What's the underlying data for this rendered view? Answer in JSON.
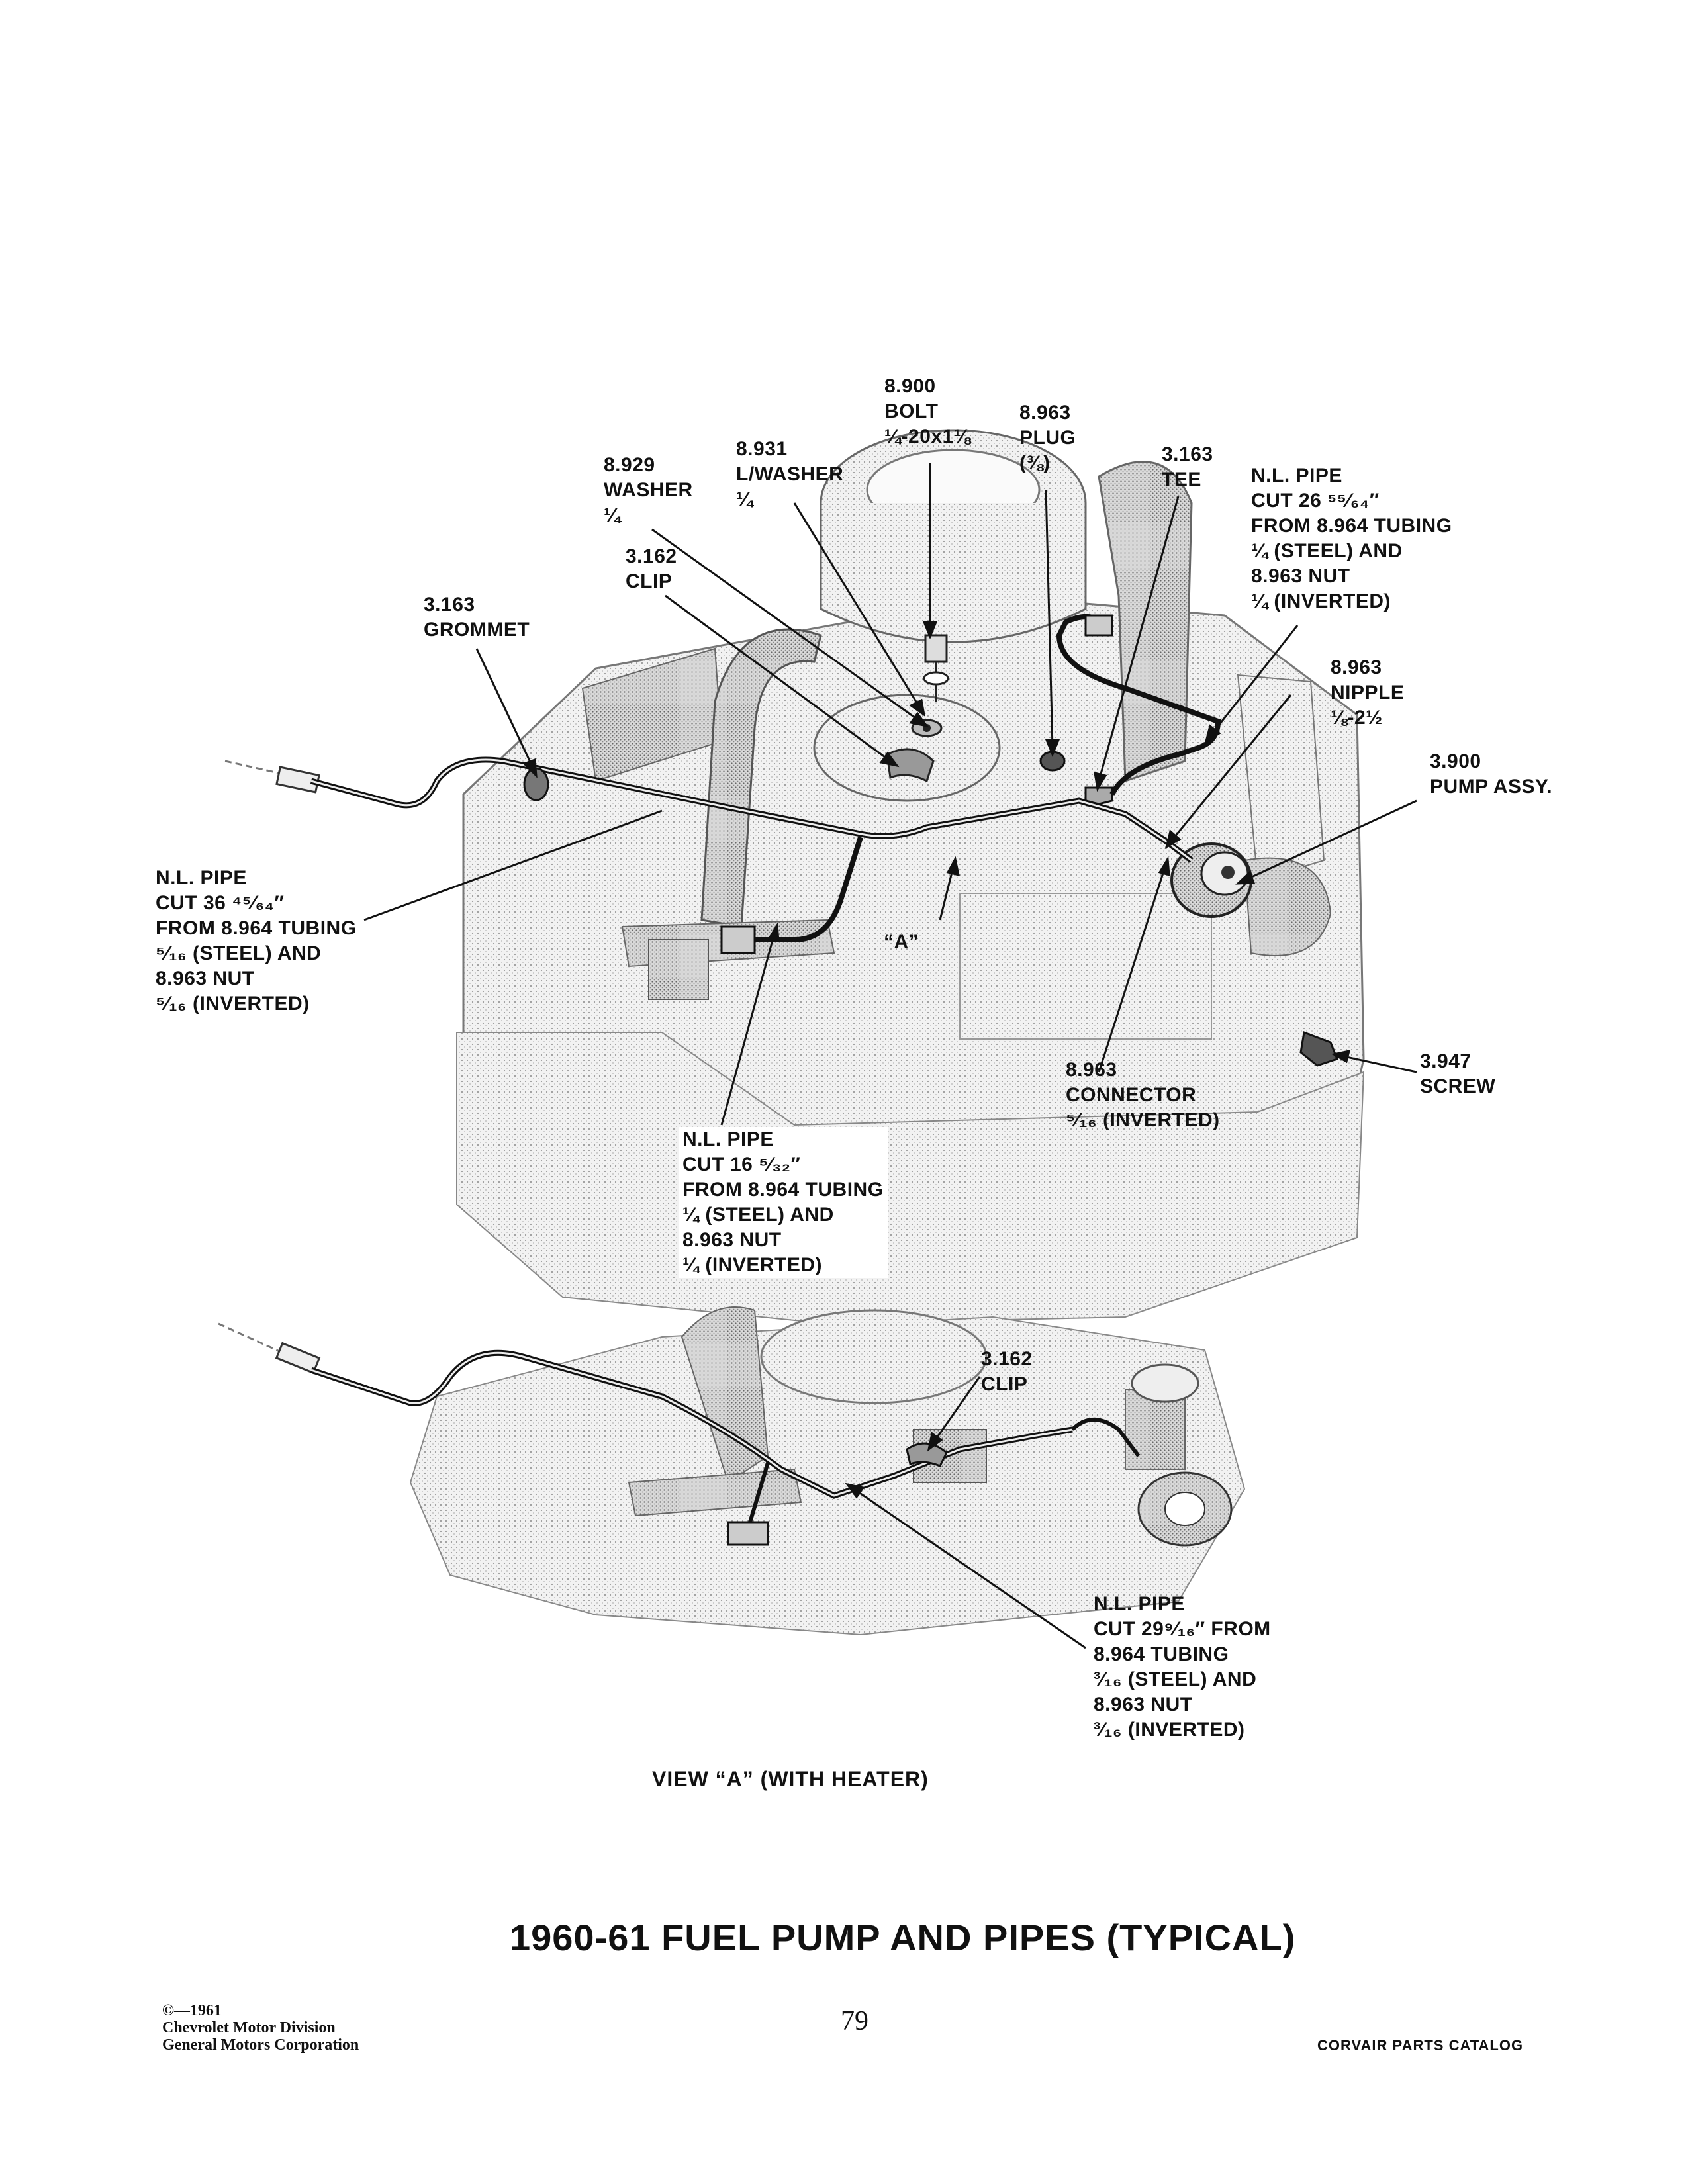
{
  "callouts": {
    "bolt_8900": [
      "8.900",
      "BOLT",
      "¼-20x1⅛"
    ],
    "plug_8963": [
      "8.963",
      "PLUG",
      "(⅜)"
    ],
    "tee_3163": [
      "3.163",
      "TEE"
    ],
    "lwasher_8931": [
      "8.931",
      "L/WASHER",
      "¼"
    ],
    "washer_8929": [
      "8.929",
      "WASHER",
      "¼"
    ],
    "clip_3162_top": [
      "3.162",
      "CLIP"
    ],
    "grommet_3163": [
      "3.163",
      "GROMMET"
    ],
    "nlpipe_top_right": [
      "N.L. PIPE",
      "CUT 26 ⁵⁵⁄₆₄″",
      "FROM 8.964 TUBING",
      "¼ (STEEL) AND",
      "8.963 NUT",
      "¼ (INVERTED)"
    ],
    "nipple_8963": [
      "8.963",
      "NIPPLE",
      "⅛-2½"
    ],
    "pump_3900": [
      "3.900",
      "PUMP ASSY."
    ],
    "nlpipe_left": [
      "N.L. PIPE",
      "CUT 36 ⁴⁵⁄₆₄″",
      "FROM 8.964 TUBING",
      "⁵⁄₁₆ (STEEL) AND",
      "8.963 NUT",
      "⁵⁄₁₆ (INVERTED)"
    ],
    "view_a_marker": "“A”",
    "screw_3947": [
      "3.947",
      "SCREW"
    ],
    "connector_8963": [
      "8.963",
      "CONNECTOR",
      "⁵⁄₁₆ (INVERTED)"
    ],
    "nlpipe_center": [
      "N.L. PIPE",
      "CUT 16 ⁵⁄₃₂″",
      "FROM 8.964 TUBING",
      "¼ (STEEL) AND",
      "8.963 NUT",
      "¼ (INVERTED)"
    ],
    "clip_3162_bottom": [
      "3.162",
      "CLIP"
    ],
    "nlpipe_bottom": [
      "N.L. PIPE",
      "CUT 29⁹⁄₁₆″ FROM",
      "8.964 TUBING",
      "³⁄₁₆ (STEEL) AND",
      "8.963 NUT",
      "³⁄₁₆ (INVERTED)"
    ]
  },
  "view_label": "VIEW “A” (WITH HEATER)",
  "page_title": "1960-61 FUEL PUMP AND PIPES (TYPICAL)",
  "footer": {
    "copyright_lines": [
      "©—1961",
      "Chevrolet Motor Division",
      "General Motors Corporation"
    ],
    "page_number": "79",
    "catalog_name": "CORVAIR PARTS CATALOG"
  }
}
